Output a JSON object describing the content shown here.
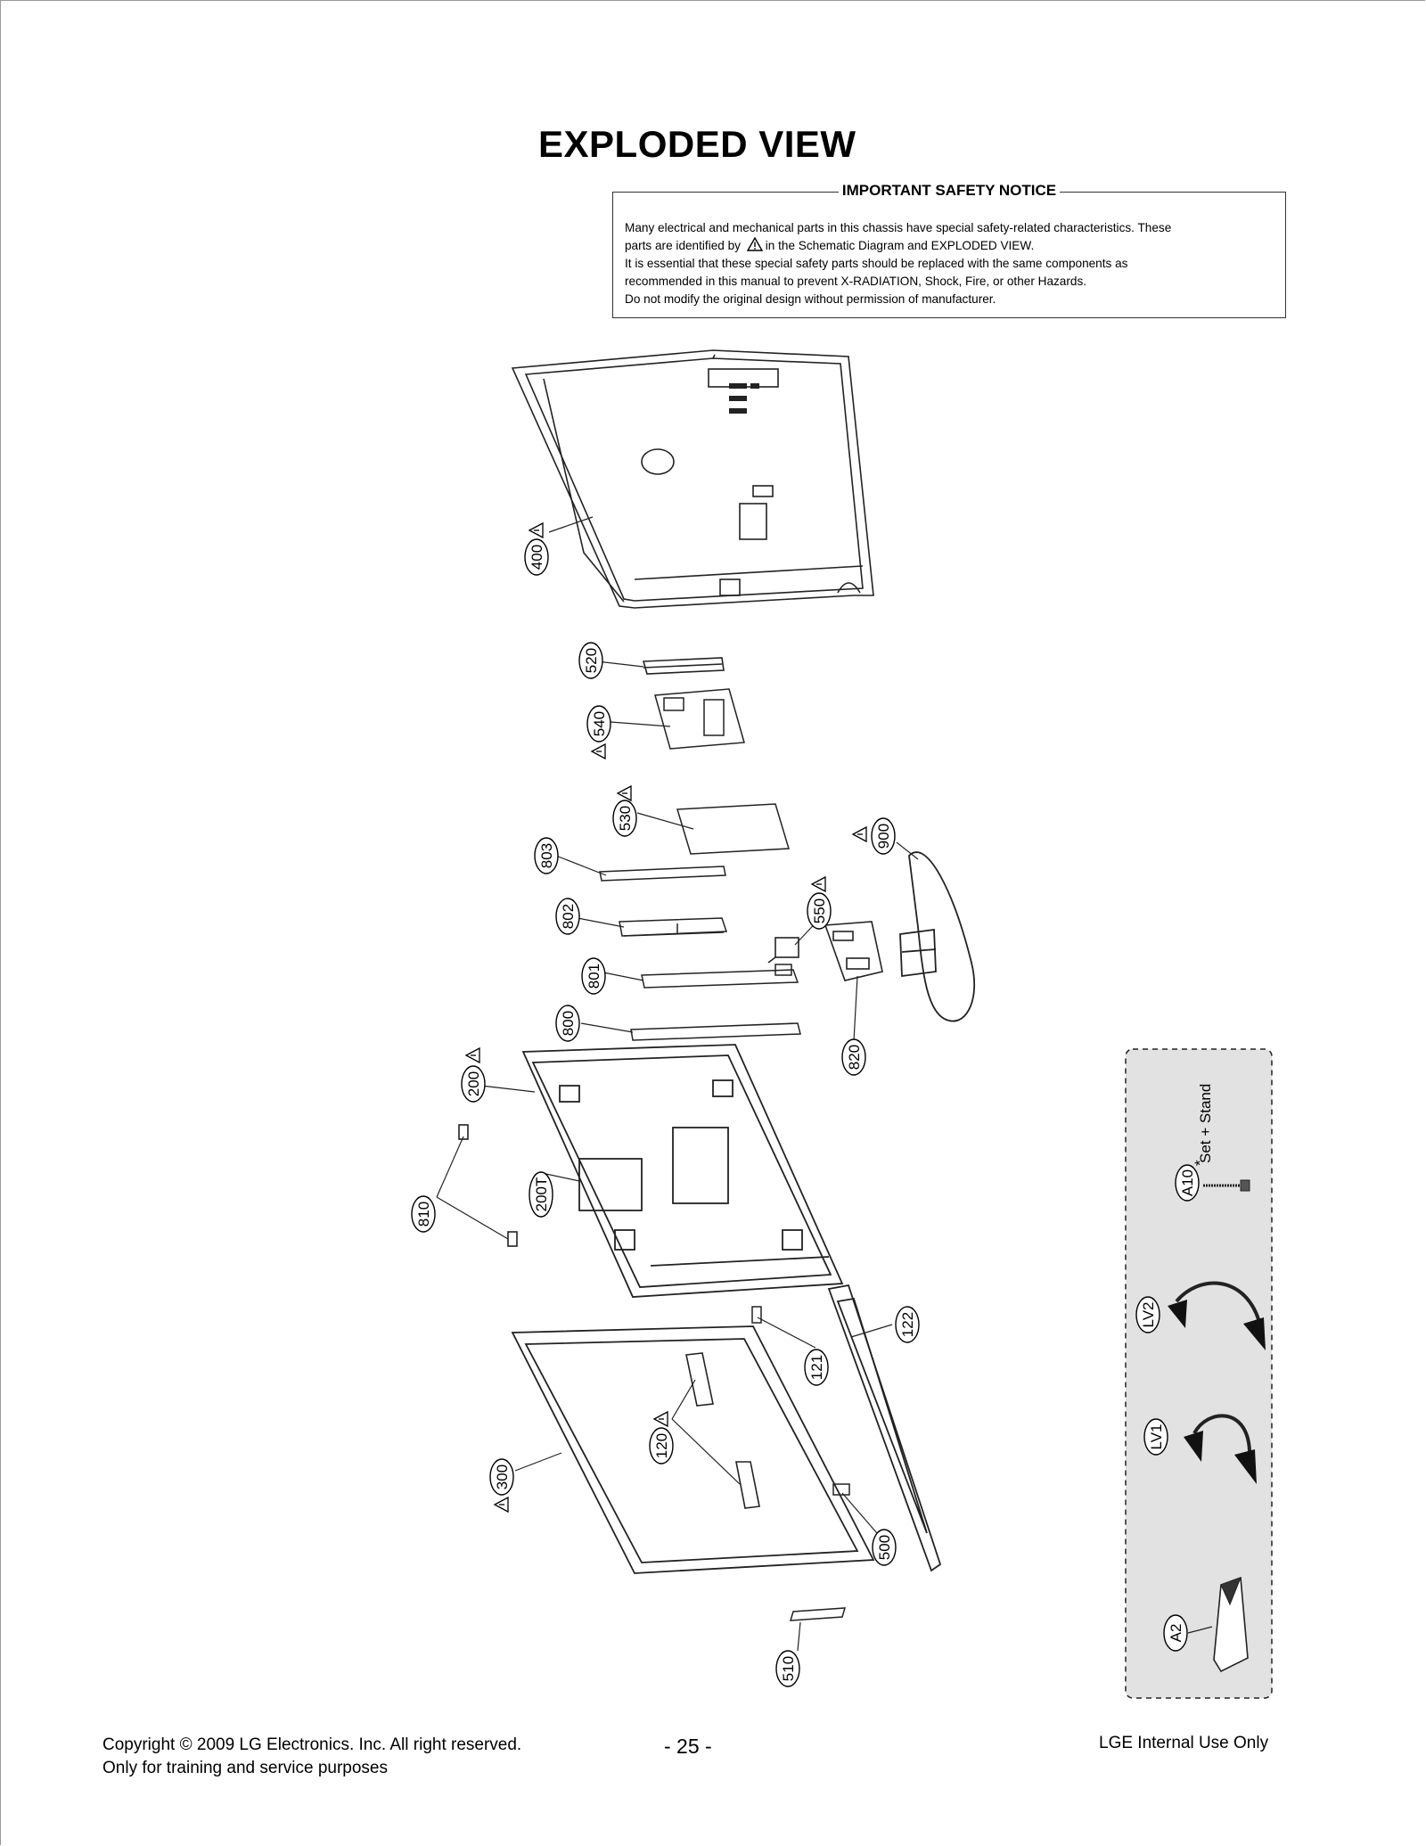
{
  "title": "EXPLODED VIEW",
  "notice": {
    "heading": "IMPORTANT SAFETY NOTICE",
    "line1": "Many electrical and mechanical parts in this chassis have special safety-related characteristics. These",
    "line2a": "parts are identified by",
    "line2b": "in the Schematic Diagram and EXPLODED VIEW.",
    "line3": "It is essential that these special safety parts should be replaced with the same components as",
    "line4": "recommended in this manual to prevent X-RADIATION, Shock, Fire, or other Hazards.",
    "line5": "Do not modify the original design without permission of manufacturer."
  },
  "callouts": {
    "c400": "400",
    "c520": "520",
    "c540": "540",
    "c530": "530",
    "c803": "803",
    "c900": "900",
    "c802": "802",
    "c550": "550",
    "c801": "801",
    "c800": "800",
    "c820": "820",
    "c200": "200",
    "c810": "810",
    "c200T": "200T",
    "c121": "121",
    "c122": "122",
    "c120": "120",
    "c300": "300",
    "c500": "500",
    "c510": "510"
  },
  "accessories": {
    "a10": "A10",
    "a10_note": "Set + Stand",
    "lv2": "LV2",
    "lv1": "LV1",
    "a2": "A2"
  },
  "footer": {
    "copyright_line1": "Copyright © 2009 LG Electronics. Inc. All right reserved.",
    "copyright_line2": "Only for training and service purposes",
    "page_number": "- 25 -",
    "internal": "LGE Internal Use Only"
  }
}
